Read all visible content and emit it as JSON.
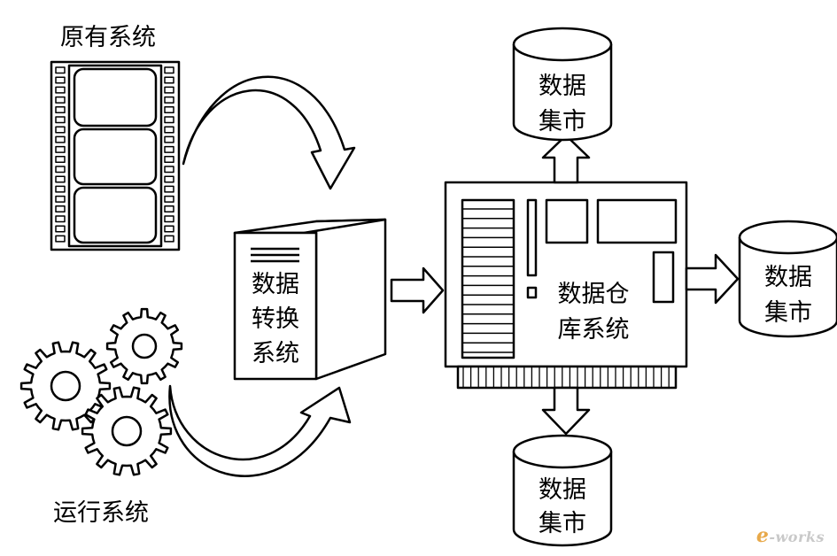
{
  "labels": {
    "legacy_system": "原有系统",
    "operational_system": "运行系统",
    "conversion_line1": "数据",
    "conversion_line2": "转换",
    "conversion_line3": "系统",
    "warehouse_line1": "数据仓",
    "warehouse_line2": "库系统",
    "mart_top_line1": "数据",
    "mart_top_line2": "集市",
    "mart_right_line1": "数据",
    "mart_right_line2": "集市",
    "mart_bottom_line1": "数据",
    "mart_bottom_line2": "集市"
  },
  "watermark": {
    "prefix": "e",
    "suffix": "-works"
  },
  "colors": {
    "stroke": "#000000",
    "fill": "#ffffff"
  }
}
